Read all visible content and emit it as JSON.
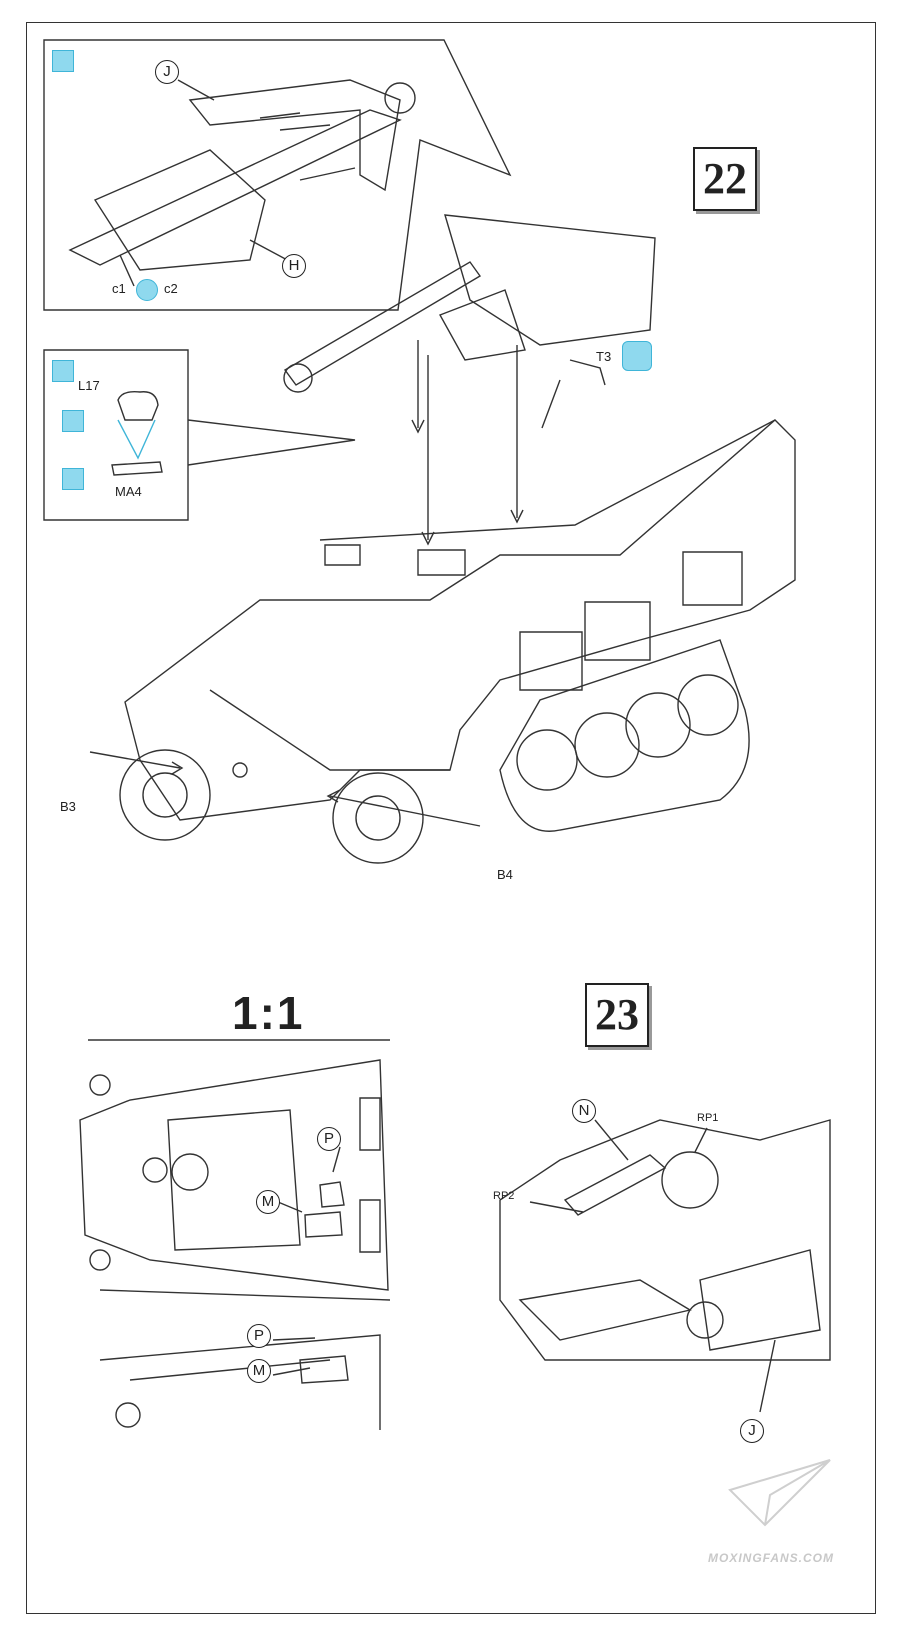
{
  "step22": {
    "number": "22",
    "inset_gun": {
      "part_j": "J",
      "part_h": "H",
      "label_c1": "c1",
      "label_c2": "c2"
    },
    "inset_clip": {
      "label_l17": "L17",
      "label_ma4": "MA4"
    },
    "main": {
      "label_t3": "T3",
      "label_b3": "B3",
      "label_b4": "B4"
    }
  },
  "scale_view": {
    "ratio": "1:1",
    "label_p1": "P",
    "label_m1": "M",
    "label_p2": "P",
    "label_m2": "M"
  },
  "step23": {
    "number": "23",
    "label_n": "N",
    "label_rp1": "RP1",
    "label_rp2": "RP2",
    "label_j": "J"
  },
  "watermark": {
    "text": "MOXINGFANS.COM"
  },
  "colors": {
    "accent_cyan": "#8fd9ee",
    "line": "#333333"
  }
}
